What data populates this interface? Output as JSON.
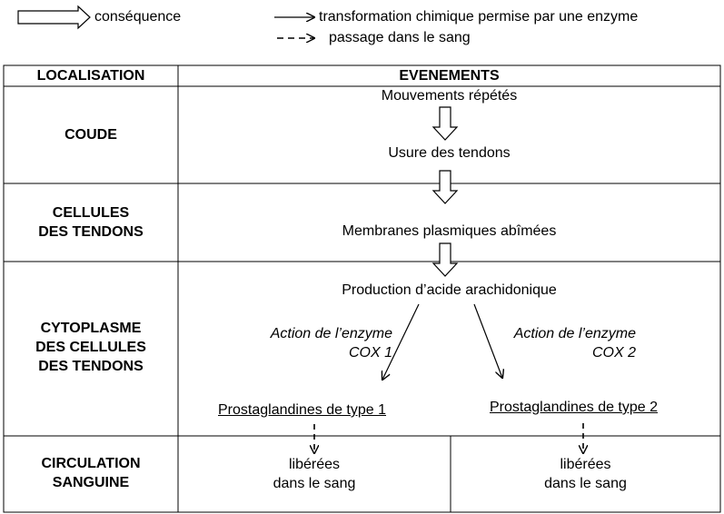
{
  "legend": {
    "consequence": "conséquence",
    "enzyme": "transformation chimique permise par une enzyme",
    "blood": "passage dans le sang"
  },
  "table": {
    "header_left": "LOCALISATION",
    "header_right": "EVENEMENTS",
    "rows": [
      {
        "label_lines": [
          "COUDE"
        ]
      },
      {
        "label_lines": [
          "CELLULES",
          "DES TENDONS"
        ]
      },
      {
        "label_lines": [
          "CYTOPLASME",
          "DES CELLULES",
          "DES TENDONS"
        ]
      },
      {
        "label_lines": [
          "CIRCULATION",
          "SANGUINE"
        ]
      }
    ]
  },
  "events": {
    "mouvements": "Mouvements répétés",
    "usure": "Usure des tendons",
    "membranes": "Membranes plasmiques abîmées",
    "production": "Production d’acide arachidonique",
    "cox1_line1": "Action de l’enzyme",
    "cox1_line2": "COX 1",
    "cox2_line1": "Action de l’enzyme",
    "cox2_line2": "COX 2",
    "pg1": "Prostaglandines de type 1",
    "pg2": "Prostaglandines de type 2",
    "liberees_left_1": "libérées",
    "liberees_left_2": "dans le sang",
    "liberees_right_1": "libérées",
    "liberees_right_2": "dans le sang"
  }
}
